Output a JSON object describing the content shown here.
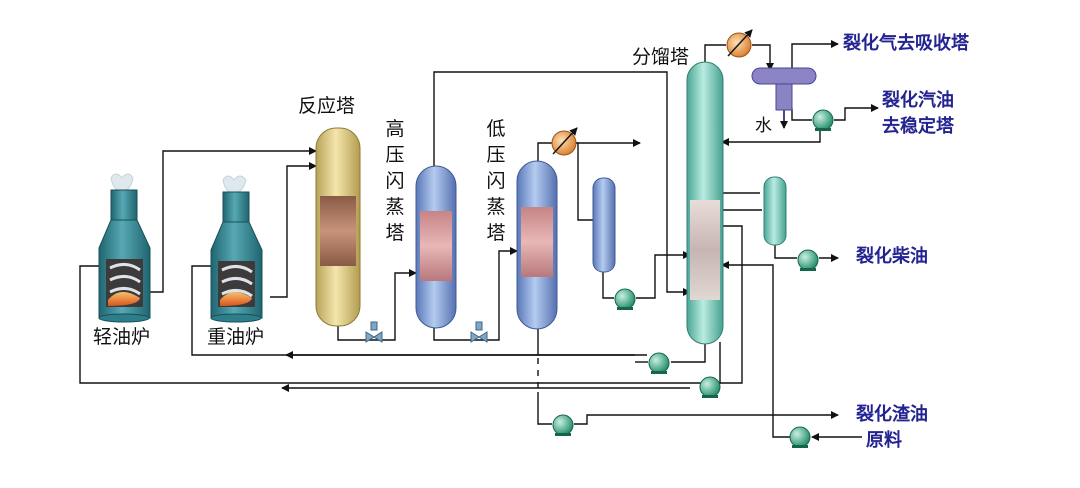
{
  "labels": {
    "light_oil_furnace": "轻油炉",
    "heavy_oil_furnace": "重油炉",
    "reactor": "反应塔",
    "hp_flash": "高压闪蒸塔",
    "lp_flash": "低压闪蒸塔",
    "fractionator": "分馏塔",
    "water": "水"
  },
  "products": {
    "gas": "裂化气去吸收塔",
    "gasoline_1": "裂化汽油",
    "gasoline_2": "去稳定塔",
    "diesel": "裂化柴油",
    "residue": "裂化渣油",
    "feed": "原料"
  },
  "colors": {
    "furnace": "#3b8f9c",
    "reactor": "#e3cf8a",
    "flash_drum": "#88a8dc",
    "column": "#8fd4c4",
    "product_text": "#232391",
    "pump": "#3aa88a",
    "heat_exchanger": "#e8893a",
    "valve": "#7fa8c8"
  }
}
